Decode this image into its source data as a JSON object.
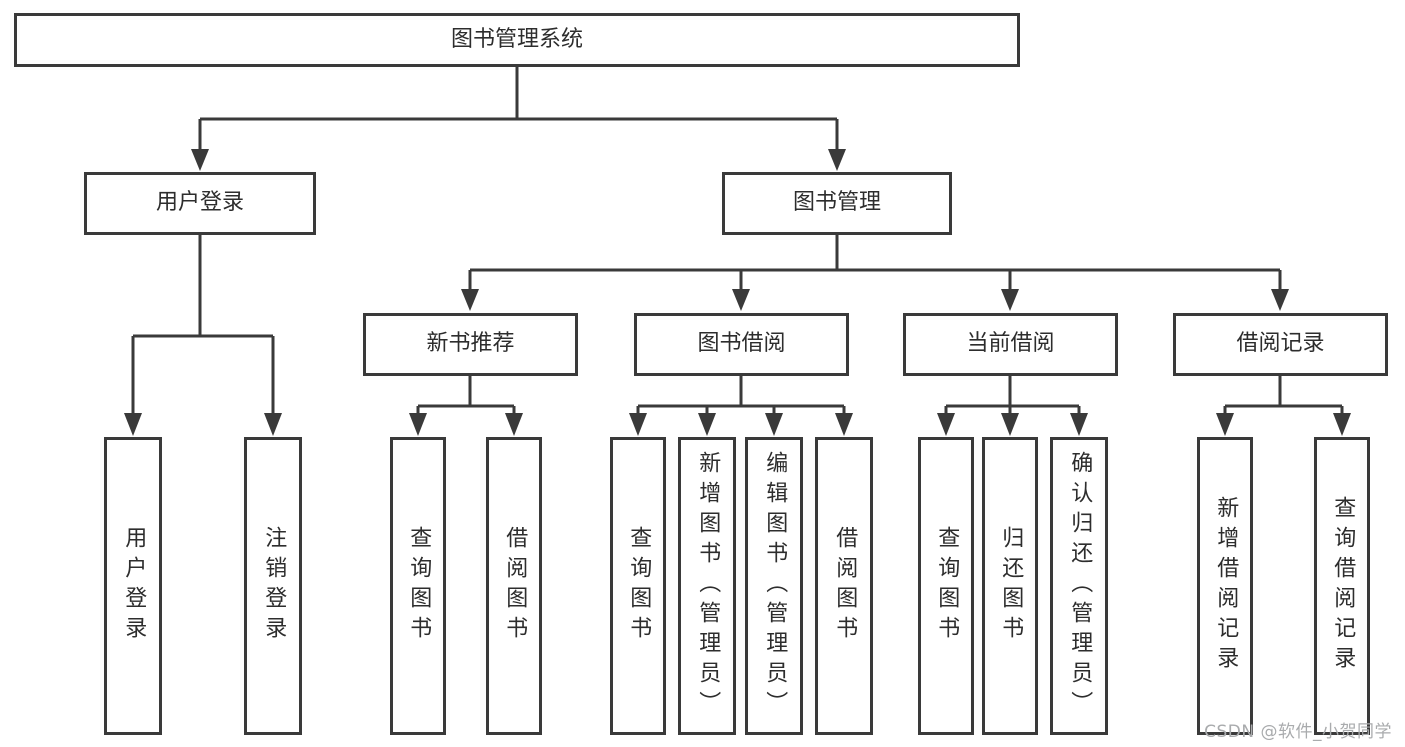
{
  "diagram": {
    "nodes": {
      "root": {
        "label": "图书管理系统"
      },
      "user_login": {
        "label": "用户登录"
      },
      "book_mgmt": {
        "label": "图书管理"
      },
      "new_book_rec": {
        "label": "新书推荐"
      },
      "book_borrow": {
        "label": "图书借阅"
      },
      "current_borrow": {
        "label": "当前借阅"
      },
      "borrow_record": {
        "label": "借阅记录"
      },
      "leaf_user_login": {
        "label": "用户登录"
      },
      "leaf_logout": {
        "label": "注销登录"
      },
      "leaf_nr_query": {
        "label": "查询图书"
      },
      "leaf_nr_borrow": {
        "label": "借阅图书"
      },
      "leaf_bb_query": {
        "label": "查询图书"
      },
      "leaf_bb_add": {
        "label": "新增图书（管理员）"
      },
      "leaf_bb_edit": {
        "label": "编辑图书（管理员）"
      },
      "leaf_bb_borrow": {
        "label": "借阅图书"
      },
      "leaf_cb_query": {
        "label": "查询图书"
      },
      "leaf_cb_return": {
        "label": "归还图书"
      },
      "leaf_cb_confirm": {
        "label": "确认归还（管理员）"
      },
      "leaf_br_add": {
        "label": "新增借阅记录"
      },
      "leaf_br_query": {
        "label": "查询借阅记录"
      }
    }
  },
  "watermark": {
    "text": "CSDN @软件_小贺同学"
  },
  "colors": {
    "line": "#3a3a3a",
    "text": "#2d2d2d",
    "box_background": "#ffffff",
    "page_background": "#ffffff",
    "watermark": "#a9abad"
  }
}
